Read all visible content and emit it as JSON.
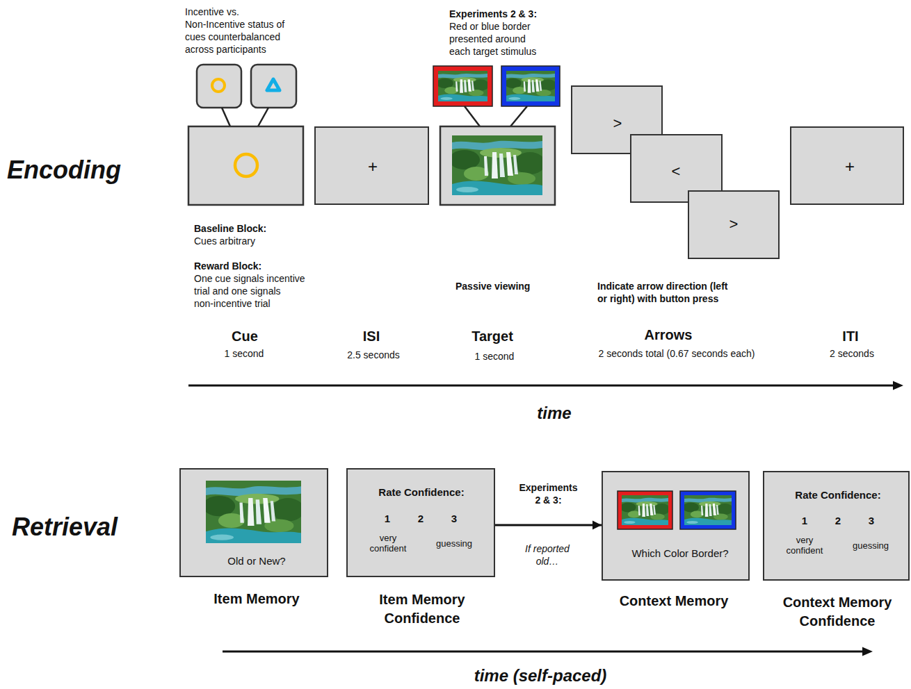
{
  "diagram": {
    "nodes": [
      {
        "text": [
          "+"
        ]
      },
      {
        "text": [
          ">"
        ]
      },
      {
        "text": [
          "<"
        ]
      },
      {
        "text": [
          ">"
        ]
      },
      {
        "text": [
          "+"
        ]
      },
      {
        "text": [
          "Old or New?",
          "Item Memory"
        ]
      },
      {
        "text": [
          "Rate Confidence:",
          "1",
          "2",
          "3",
          "very confident",
          "guessing",
          "Item Memory Confidence"
        ]
      },
      {
        "text": [
          "Which Color Border?",
          "Context Memory"
        ]
      },
      {
        "text": [
          "Rate Confidence:",
          "1",
          "2",
          "3",
          "very confident",
          "guessing",
          "Context Memory Confidence"
        ]
      }
    ],
    "edges": [
      {
        "from": 6,
        "to": 7,
        "arrow": "to",
        "label": "Experiments 2 & 3:"
      }
    ],
    "labels": [
      "Encoding",
      "Incentive vs. Non‑Incentive status of cues counterbalanced across participants",
      "Experiments 2 & 3:",
      "Red or blue border presented around each target stimulus",
      "Baseline Block:",
      "Cues arbitrary",
      "Reward Block:",
      "One cue signals incentive trial and one signals non‑incentive trial",
      "Passive viewing",
      "Indicate arrow direction (left or right) with button press",
      "Cue",
      "1 second",
      "ISI",
      "2.5 seconds",
      "Target",
      "1 second",
      "Arrows",
      "2 seconds total (0.67 seconds each)",
      "ITI",
      "2 seconds",
      "time",
      "Retrieval",
      "If reported old…",
      "time (self-paced)"
    ]
  }
}
